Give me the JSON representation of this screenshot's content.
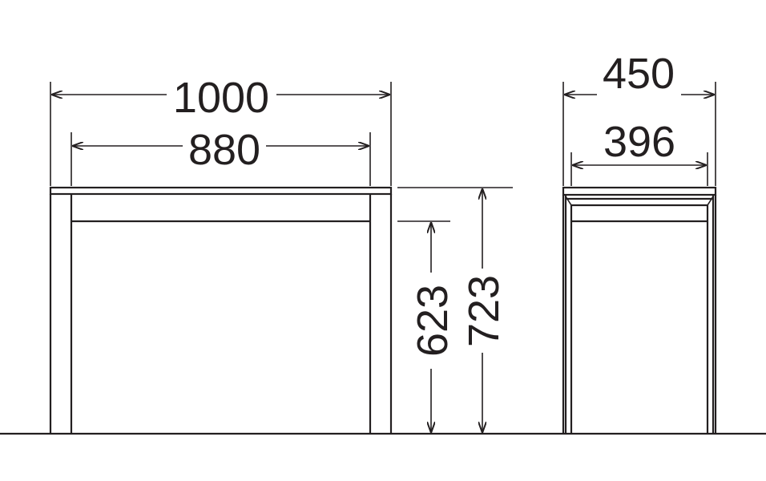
{
  "diagram": {
    "front_view": {
      "overall_width": "1000",
      "inner_width": "880",
      "knee_height": "623",
      "overall_height": "723"
    },
    "side_view": {
      "overall_depth": "450",
      "inner_depth": "396"
    },
    "colors": {
      "line": "#231f20",
      "background": "#ffffff"
    }
  }
}
